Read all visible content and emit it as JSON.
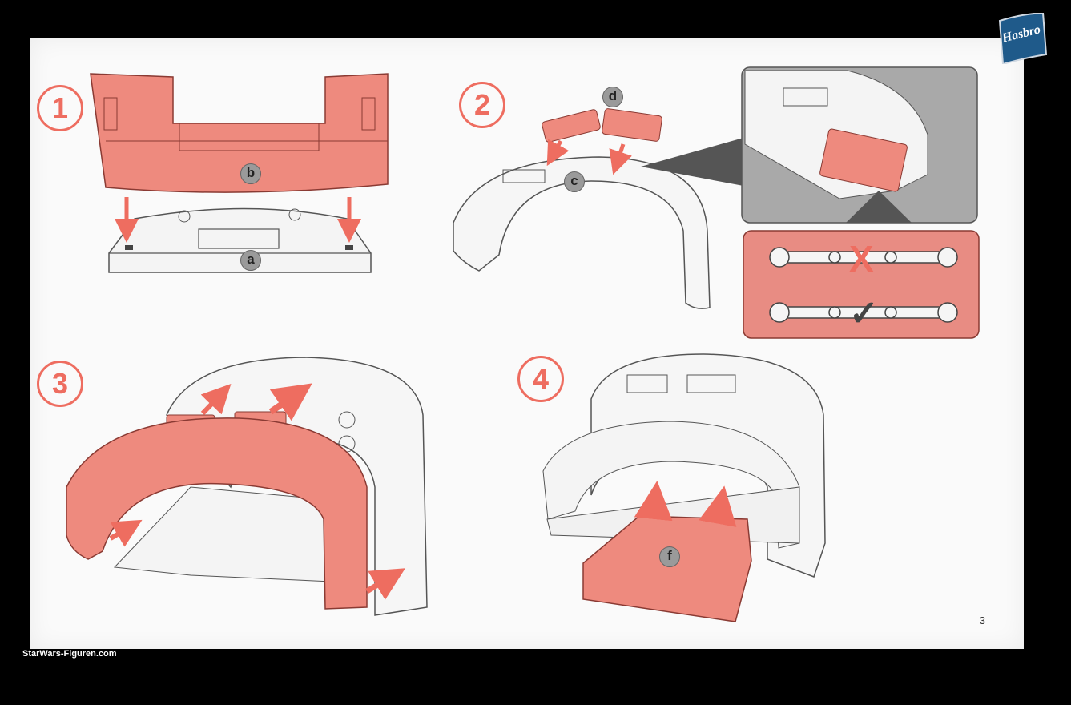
{
  "brand": {
    "logo_text": "Hasbro",
    "logo_color": "#1f5a8a"
  },
  "watermark": "StarWars-Figuren.com",
  "page_number": "3",
  "accent_color": "#ee6d60",
  "steps": [
    {
      "number": "1",
      "labels": [
        "b",
        "a"
      ]
    },
    {
      "number": "2",
      "labels": [
        "d",
        "c"
      ],
      "callout_marks": [
        "X",
        "✓"
      ]
    },
    {
      "number": "3"
    },
    {
      "number": "4",
      "labels": [
        "f"
      ]
    }
  ]
}
